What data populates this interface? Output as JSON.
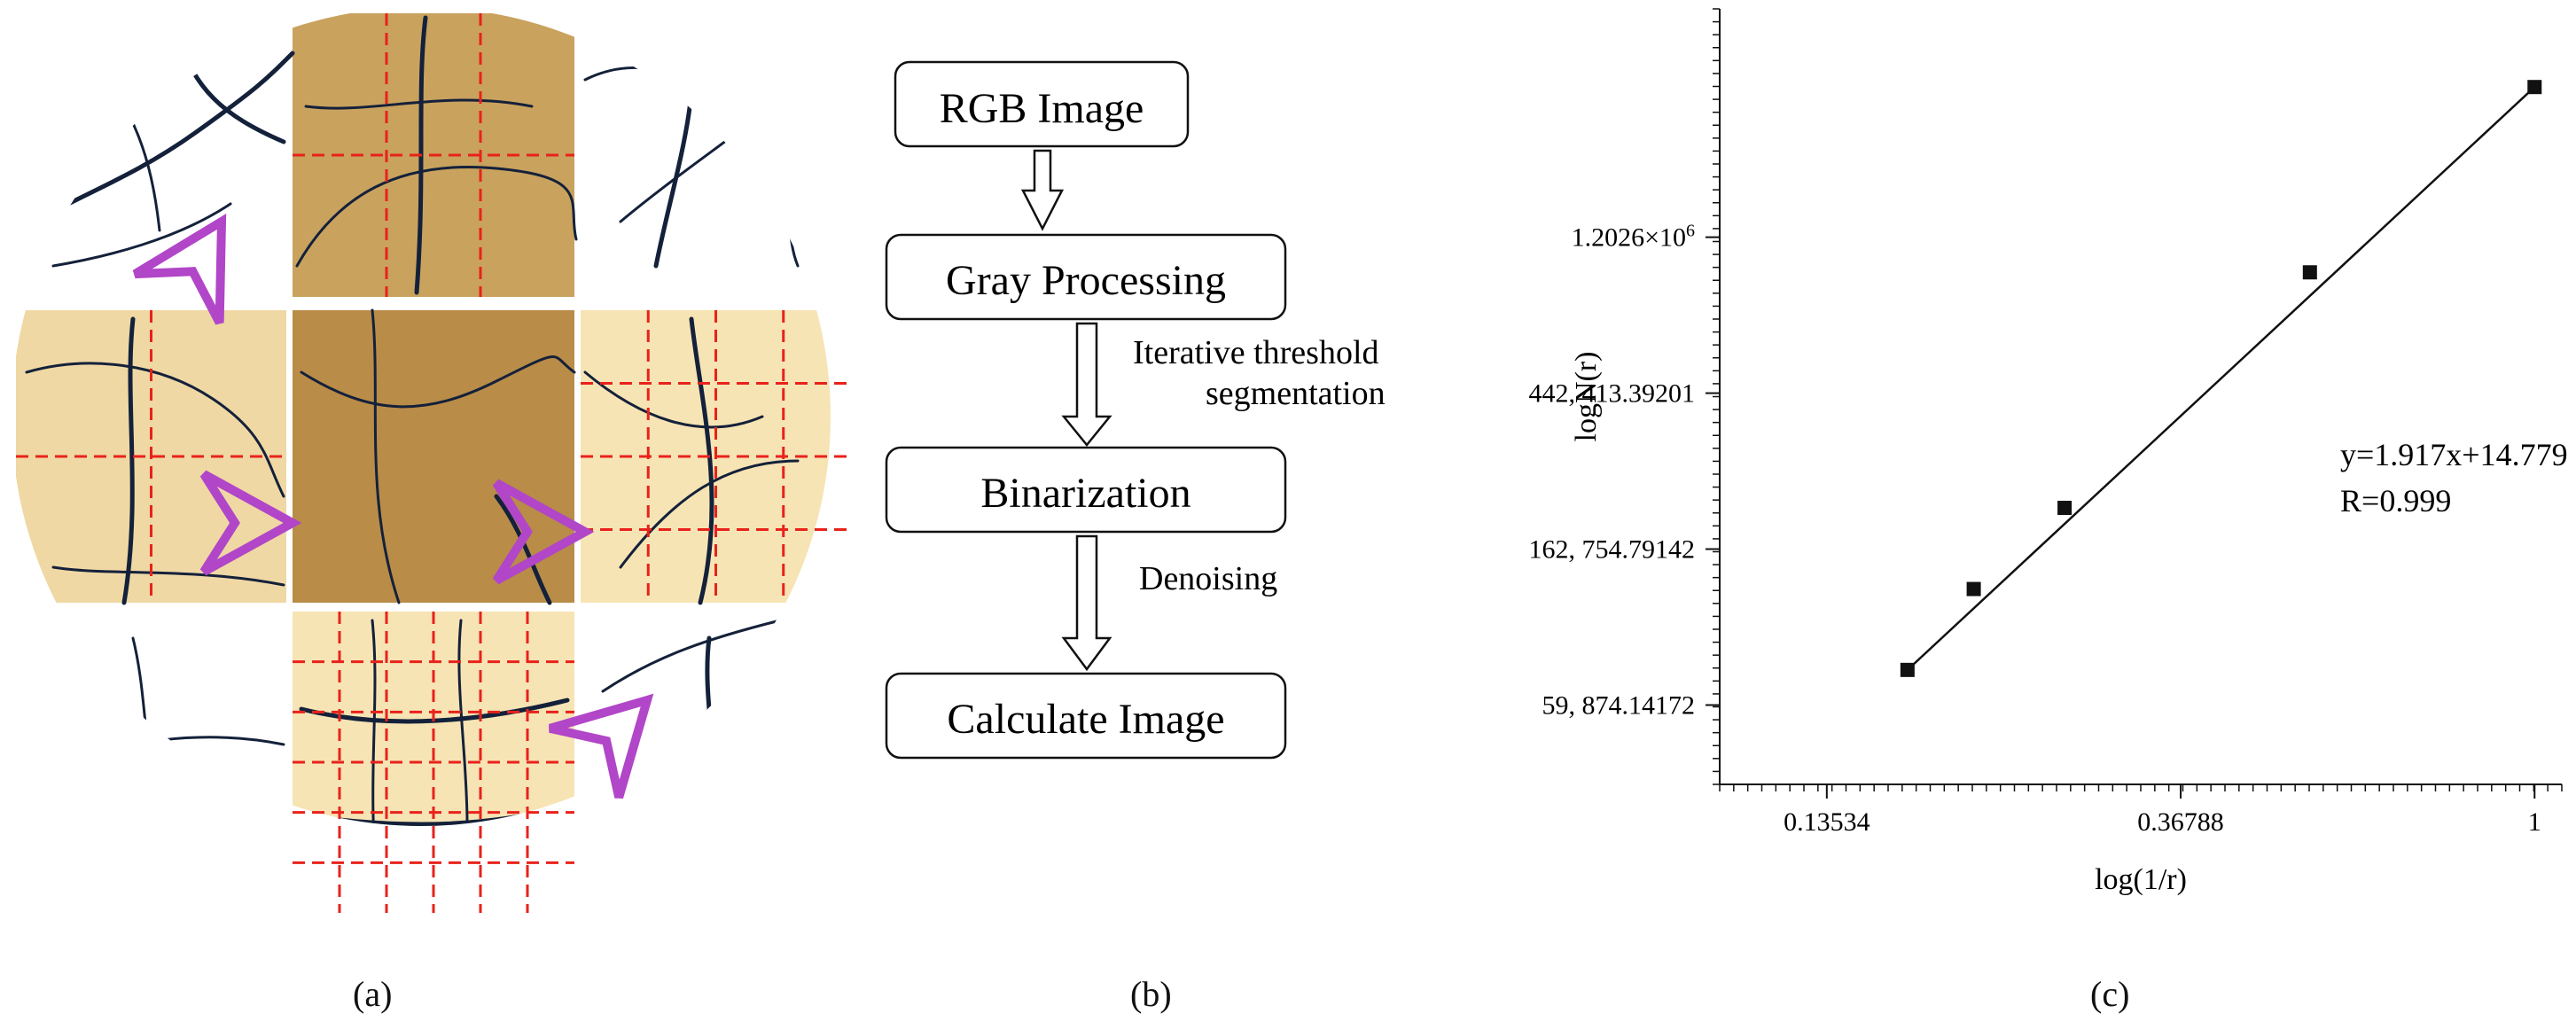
{
  "captions": {
    "a": "(a)",
    "b": "(b)",
    "c": "(c)"
  },
  "colors": {
    "grid_line": "#e8221b",
    "arrow": "#b146c8",
    "crack": "#14213a",
    "tile_original": "#c9a25e",
    "tile_light": "#f7e4b4",
    "background": "#ffffff"
  },
  "panel_a": {
    "arrow_icon": "hollow-arrowhead",
    "tiles": [
      "original-crack-image",
      "grid-overlay-tiles",
      "binarized-crack-images"
    ]
  },
  "flowchart": {
    "steps": [
      "RGB Image",
      "Gray Processing",
      "Binarization",
      "Calculate Image"
    ],
    "edge_labels": [
      "",
      "Iterative threshold\nsegmentation",
      "Denoising"
    ]
  },
  "chart_data": {
    "type": "scatter",
    "xlabel": "log(1/r)",
    "ylabel": "logN(r)",
    "x_scale": "log",
    "y_scale": "log",
    "xlim": [
      0.1,
      1.08
    ],
    "ylim": [
      36000,
      5200000
    ],
    "x_ticks": [
      0.13534,
      0.36788,
      1
    ],
    "x_tick_labels": [
      "0.13534",
      "0.36788",
      "1"
    ],
    "y_ticks": [
      59874.14172,
      162754.79142,
      442413.39201,
      1202604.28416
    ],
    "y_tick_labels": [
      "59, 874.14172",
      "162, 754.79142",
      "442, 413.39201",
      "1.2026×10"
    ],
    "y_tick_superscript": "6",
    "points": [
      {
        "x": 0.17,
        "y": 75000
      },
      {
        "x": 0.205,
        "y": 126000
      },
      {
        "x": 0.265,
        "y": 212000
      },
      {
        "x": 0.53,
        "y": 960000
      },
      {
        "x": 1.0,
        "y": 3150000
      }
    ],
    "fit": {
      "slope": 1.917,
      "intercept": 14.779,
      "equation": "y=1.917x+14.779",
      "r_label": "R=0.999"
    },
    "grid": false,
    "legend": "none"
  }
}
